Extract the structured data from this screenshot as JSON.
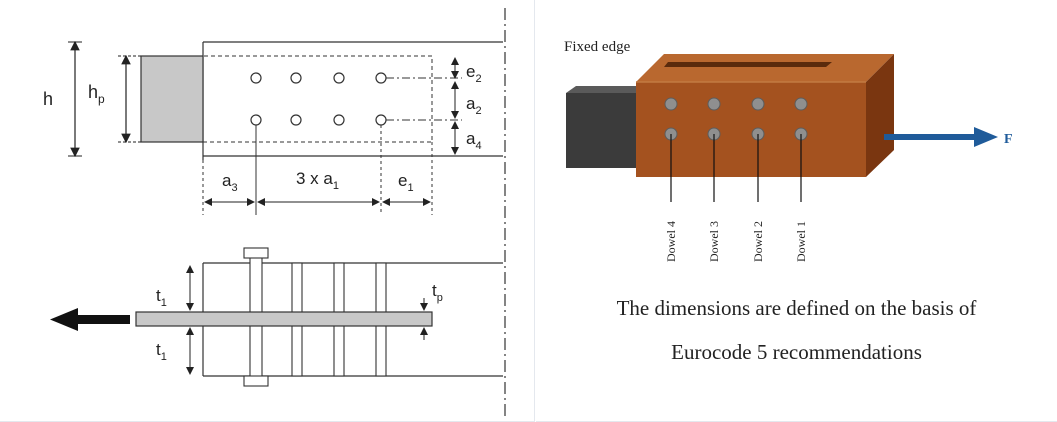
{
  "left_diagram": {
    "labels": {
      "h": "h",
      "hp_main": "h",
      "hp_sub": "p",
      "e2_main": "e",
      "e2_sub": "2",
      "a2_main": "a",
      "a2_sub": "2",
      "a4_main": "a",
      "a4_sub": "4",
      "a3_main": "a",
      "a3_sub": "3",
      "span_main": "3 x a",
      "span_sub": "1",
      "e1_main": "e",
      "e1_sub": "1",
      "t1_top_main": "t",
      "t1_top_sub": "1",
      "t1_bot_main": "t",
      "t1_bot_sub": "1",
      "tp_main": "t",
      "tp_sub": "p"
    }
  },
  "right_diagram": {
    "fixed_edge_label": "Fixed edge",
    "force_label": "F",
    "dowels": [
      "Dowel 4",
      "Dowel 3",
      "Dowel 2",
      "Dowel 1"
    ],
    "colors": {
      "wood": "#a4521f",
      "wood_dark": "#7a3610",
      "wood_top": "#b5622a",
      "fixed_block": "#3a3a3a",
      "arrow": "#1f5b9a",
      "dowel": "#8a8a8a"
    }
  },
  "caption": {
    "line1": "The dimensions are defined on the basis of",
    "line2": "Eurocode 5 recommendations"
  }
}
